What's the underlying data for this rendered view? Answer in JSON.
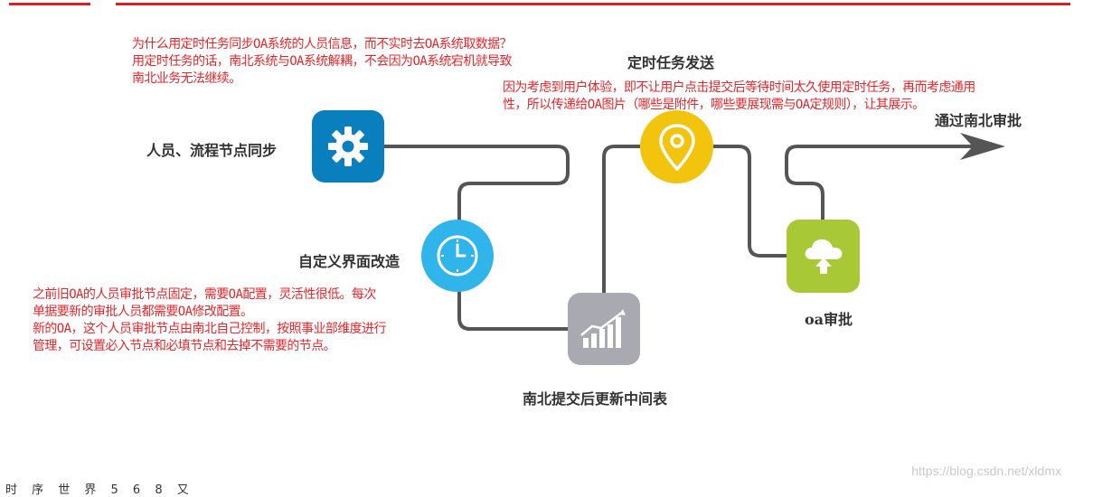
{
  "notes": {
    "sync_reason": "为什么用定时任务同步OA系统的人员信息，而不实时去OA系统取数据？\n用定时任务的话，南北系统与OA系统解耦，不会因为OA系统宕机就导致\n南北业务无法继续。",
    "timer_reason": "因为考虑到用户体验，即不让用户点击提交后等待时间太久使用定时任务，再而考虑通用\n性，所以传递给OA图片（哪些是附件，哪些要展现需与OA定规则），让其展示。",
    "custom_reason": "之前旧OA的人员审批节点固定，需要OA配置，灵活性很低。每次\n单据要新的审批人员都需要OA修改配置。\n新的OA，这个人员审批节点由南北自己控制，按照事业部维度进行\n管理，可设置必入节点和必填节点和去掉不需要的节点。"
  },
  "steps": {
    "sync": {
      "label": "人员、流程节点同步",
      "icon": "gear-icon",
      "color": "#0a7fbd"
    },
    "custom_ui": {
      "label": "自定义界面改造",
      "icon": "clock-icon",
      "color": "#2fb5ea"
    },
    "update_table": {
      "label": "南北提交后更新中间表",
      "icon": "bar-chart-icon",
      "color": "#a9a9b1"
    },
    "timer_send": {
      "label": "定时任务发送",
      "icon": "location-pin-icon",
      "color": "#f2c40e"
    },
    "oa_approve": {
      "label": "oa审批",
      "icon": "cloud-upload-icon",
      "color": "#a8c935"
    }
  },
  "end_label": "通过南北审批",
  "watermark": "https://blog.csdn.net/xldmx",
  "bottom_text": "时 序 世 界 5 6 8 又"
}
